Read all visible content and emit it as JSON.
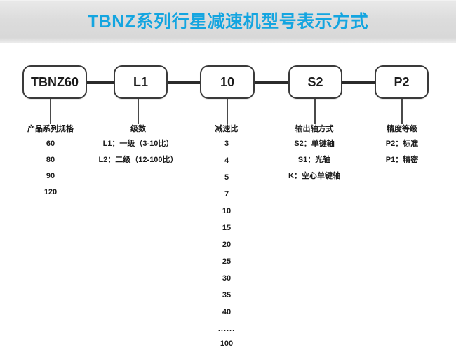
{
  "header": {
    "title": "TBNZ系列行星减速机型号表示方式",
    "title_color": "#14a5e0",
    "band_color": "#dcdcdc"
  },
  "diagram": {
    "type": "model-code-breakdown",
    "boxes": [
      {
        "code": "TBNZ60"
      },
      {
        "code": "L1"
      },
      {
        "code": "10"
      },
      {
        "code": "S2"
      },
      {
        "code": "P2"
      }
    ],
    "columns": [
      {
        "title": "产品系列规格",
        "items": [
          "60",
          "80",
          "90",
          "120"
        ]
      },
      {
        "title": "级数",
        "items": [
          "L1：一级（3-10比）",
          "L2：二级（12-100比）"
        ]
      },
      {
        "title": "减速比",
        "items": [
          "3",
          "4",
          "5",
          "7",
          "10",
          "15",
          "20",
          "25",
          "30",
          "35",
          "40",
          "......",
          "100"
        ]
      },
      {
        "title": "输出轴方式",
        "items": [
          "S2：单键轴",
          "S1：光轴",
          "K：空心单键轴"
        ]
      },
      {
        "title": "精度等级",
        "items": [
          "P2：标准",
          "P1：精密"
        ]
      }
    ]
  }
}
